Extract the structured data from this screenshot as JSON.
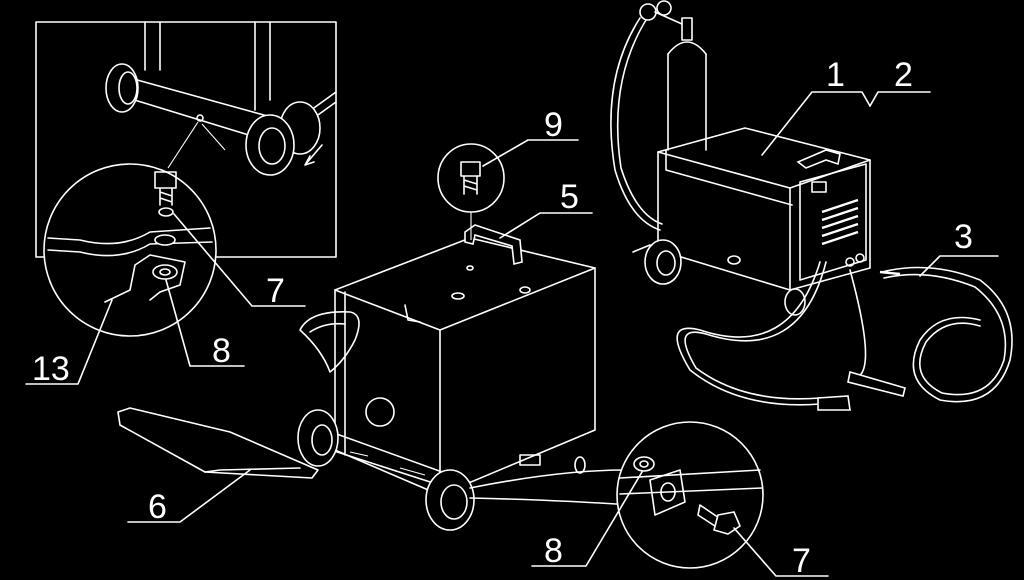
{
  "callouts": {
    "c1": "1",
    "c2": "2",
    "c3": "3",
    "c5": "5",
    "c6": "6",
    "c7_upper": "7",
    "c7_lower": "7",
    "c8_upper": "8",
    "c8_lower": "8",
    "c9": "9",
    "c13": "13"
  }
}
